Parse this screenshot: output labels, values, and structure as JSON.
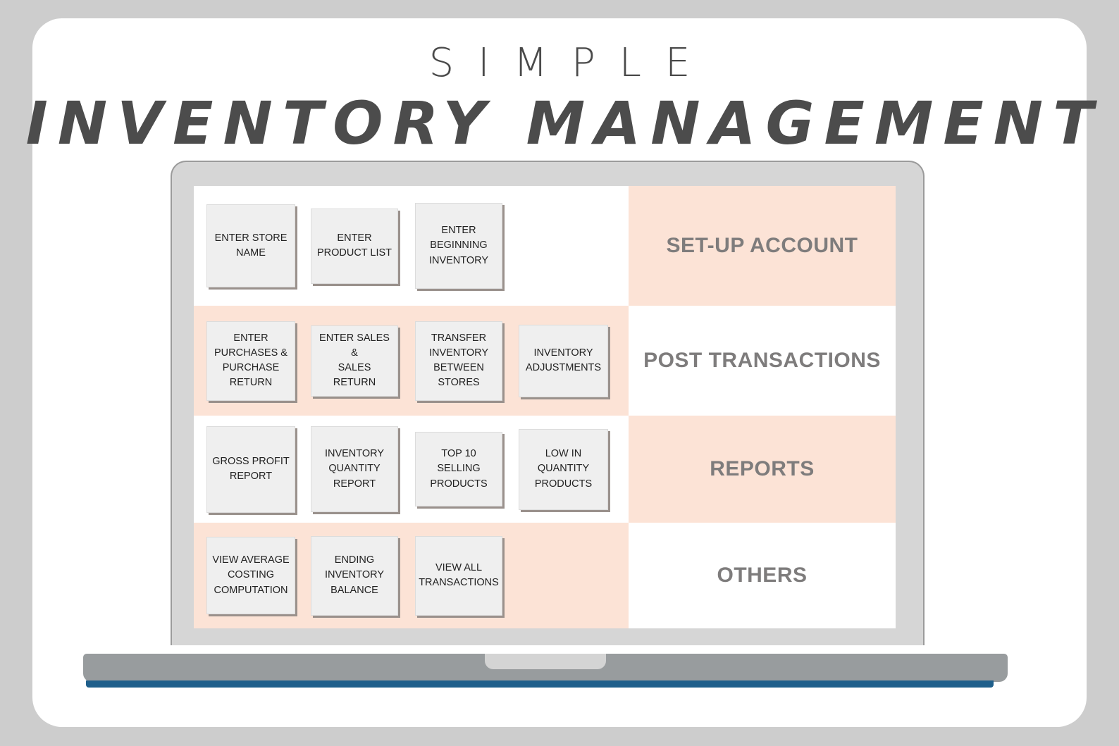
{
  "header": {
    "title_small": "SIMPLE",
    "title_main": "INVENTORY MANAGEMENT"
  },
  "colors": {
    "page_background": "#cdcdcd",
    "card_background": "#ffffff",
    "peach_accent": "#fce3d6",
    "button_face": "#efefef",
    "button_shadow": "#9a918c",
    "section_label_text": "#7e7c7c",
    "heading_text": "#4c4c4c",
    "laptop_bezel": "#d6d6d6",
    "laptop_base": "#989c9e",
    "laptop_foot": "#1f5f8b"
  },
  "screen": {
    "sections": [
      {
        "label": "SET-UP ACCOUNT",
        "buttons_background": "white",
        "label_background": "peach",
        "buttons": [
          "ENTER STORE\nNAME",
          "ENTER\nPRODUCT LIST",
          "ENTER\nBEGINNING\nINVENTORY"
        ]
      },
      {
        "label": "POST TRANSACTIONS",
        "buttons_background": "peach",
        "label_background": "white",
        "buttons": [
          "ENTER\nPURCHASES &\nPURCHASE\nRETURN",
          "ENTER SALES &\nSALES RETURN",
          "TRANSFER\nINVENTORY\nBETWEEN\nSTORES",
          "INVENTORY\nADJUSTMENTS"
        ]
      },
      {
        "label": "REPORTS",
        "buttons_background": "white",
        "label_background": "peach",
        "buttons": [
          "GROSS PROFIT\nREPORT",
          "INVENTORY\nQUANTITY\nREPORT",
          "TOP 10 SELLING\nPRODUCTS",
          "LOW IN\nQUANTITY\nPRODUCTS"
        ]
      },
      {
        "label": "OTHERS",
        "buttons_background": "peach",
        "label_background": "white",
        "buttons": [
          "VIEW AVERAGE\nCOSTING\nCOMPUTATION",
          "ENDING\nINVENTORY\nBALANCE",
          "VIEW ALL\nTRANSACTIONS"
        ]
      }
    ]
  }
}
